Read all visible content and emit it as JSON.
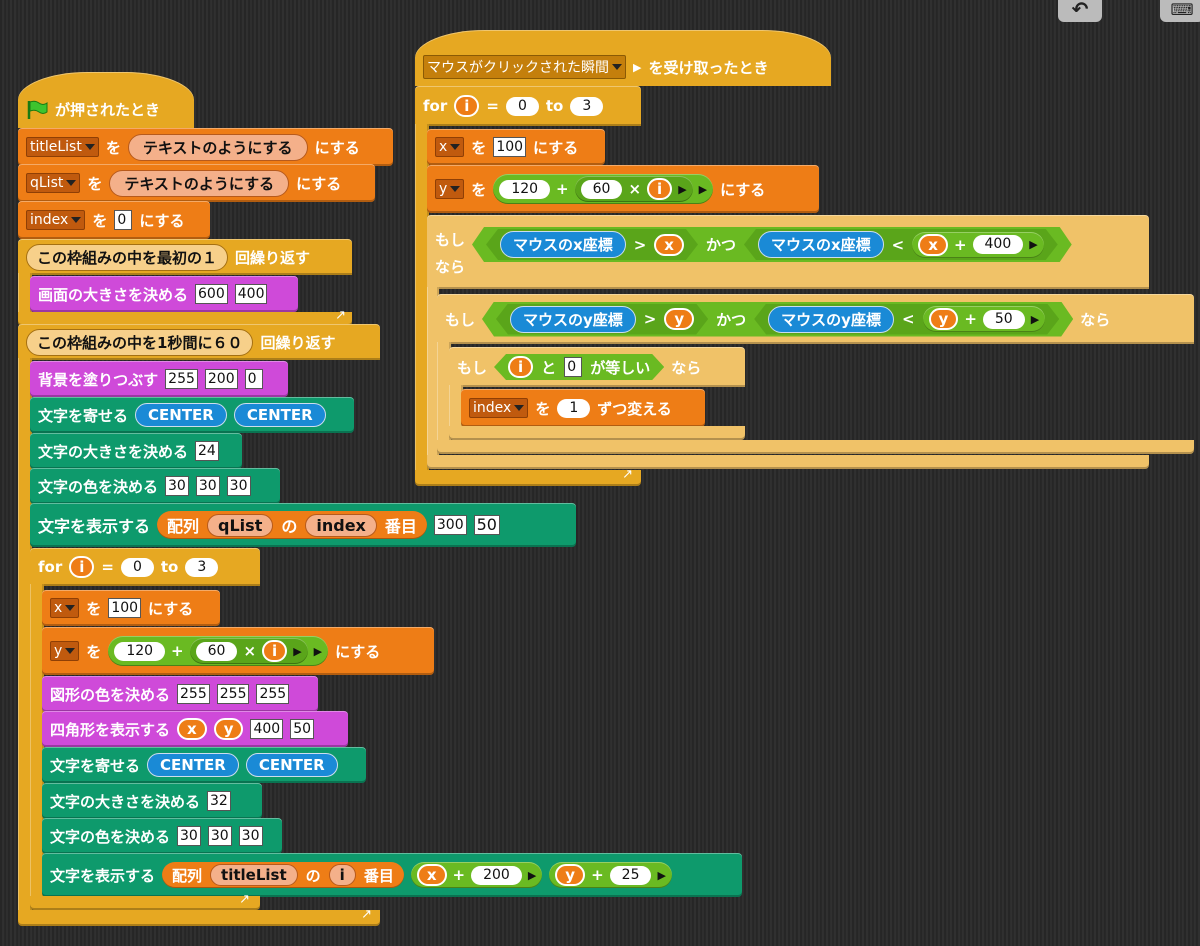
{
  "toolbar": {
    "undo_icon": "undo-arrow",
    "keyboard_icon": "keyboard-icon"
  },
  "script1": {
    "hat": {
      "label": "が押されたとき",
      "icon": "green-flag"
    },
    "set_title": {
      "var": "titleList",
      "wo": "を",
      "value": "テキストのようにする",
      "suffix": "にする"
    },
    "set_q": {
      "var": "qList",
      "wo": "を",
      "value": "テキストのようにする",
      "suffix": "にする"
    },
    "set_index": {
      "var": "index",
      "wo": "を",
      "value": "0",
      "suffix": "にする"
    },
    "repeat_first": {
      "label": "この枠組みの中を最初の１",
      "suffix": "回繰り返す"
    },
    "canvas": {
      "label": "画面の大きさを決める",
      "w": "600",
      "h": "400"
    },
    "repeat_sec": {
      "label": "この枠組みの中を1秒間に６０",
      "suffix": "回繰り返す"
    },
    "bg": {
      "label": "背景を塗りつぶす",
      "r": "255",
      "g": "200",
      "b": "0"
    },
    "align1": {
      "label": "文字を寄せる",
      "a": "CENTER",
      "b": "CENTER"
    },
    "size1": {
      "label": "文字の大きさを決める",
      "v": "24"
    },
    "color1": {
      "label": "文字の色を決める",
      "r": "30",
      "g": "30",
      "b": "30"
    },
    "show1": {
      "label": "文字を表示する",
      "list_label": "配列",
      "list": "qList",
      "of": "の",
      "idx": "index",
      "nth": "番目",
      "x": "300",
      "y": "50"
    },
    "for": {
      "kw": "for",
      "var": "i",
      "eq": "=",
      "from": "0",
      "to_kw": "to",
      "to": "3"
    },
    "setx": {
      "var": "x",
      "wo": "を",
      "value": "100",
      "suffix": "にする"
    },
    "sety": {
      "var": "y",
      "wo": "を",
      "a": "120",
      "plus": "+",
      "b": "60",
      "times": "×",
      "c": "i",
      "suffix": "にする"
    },
    "fill": {
      "label": "図形の色を決める",
      "r": "255",
      "g": "255",
      "b": "255"
    },
    "rect": {
      "label": "四角形を表示する",
      "x": "x",
      "y": "y",
      "w": "400",
      "h": "50"
    },
    "align2": {
      "label": "文字を寄せる",
      "a": "CENTER",
      "b": "CENTER"
    },
    "size2": {
      "label": "文字の大きさを決める",
      "v": "32"
    },
    "color2": {
      "label": "文字の色を決める",
      "r": "30",
      "g": "30",
      "b": "30"
    },
    "show2": {
      "label": "文字を表示する",
      "list_label": "配列",
      "list": "titleList",
      "of": "の",
      "idx": "i",
      "nth": "番目",
      "x": "x",
      "plus": "+",
      "dx": "200",
      "y": "y",
      "dy": "25"
    }
  },
  "script2": {
    "hat": {
      "event": "マウスがクリックされた瞬間",
      "suffix": "を受け取ったとき"
    },
    "for": {
      "kw": "for",
      "var": "i",
      "eq": "=",
      "from": "0",
      "to_kw": "to",
      "to": "3"
    },
    "setx": {
      "var": "x",
      "wo": "を",
      "value": "100",
      "suffix": "にする"
    },
    "sety": {
      "var": "y",
      "wo": "を",
      "a": "120",
      "plus": "+",
      "b": "60",
      "times": "×",
      "c": "i",
      "suffix": "にする"
    },
    "if1": {
      "moshi": "もし",
      "mx": "マウスのx座標",
      "gt": ">",
      "x": "x",
      "and": "かつ",
      "mx2": "マウスのx座標",
      "lt": "<",
      "x2": "x",
      "plus": "+",
      "w": "400",
      "nara": "なら"
    },
    "if2": {
      "moshi": "もし",
      "my": "マウスのy座標",
      "gt": ">",
      "y": "y",
      "and": "かつ",
      "my2": "マウスのy座標",
      "lt": "<",
      "y2": "y",
      "plus": "+",
      "h": "50",
      "nara": "なら"
    },
    "if3": {
      "moshi": "もし",
      "i": "i",
      "to": "と",
      "zero": "0",
      "eq": "が等しい",
      "nara": "なら"
    },
    "change": {
      "var": "index",
      "wo": "を",
      "by": "1",
      "suffix": "ずつ変える"
    }
  }
}
